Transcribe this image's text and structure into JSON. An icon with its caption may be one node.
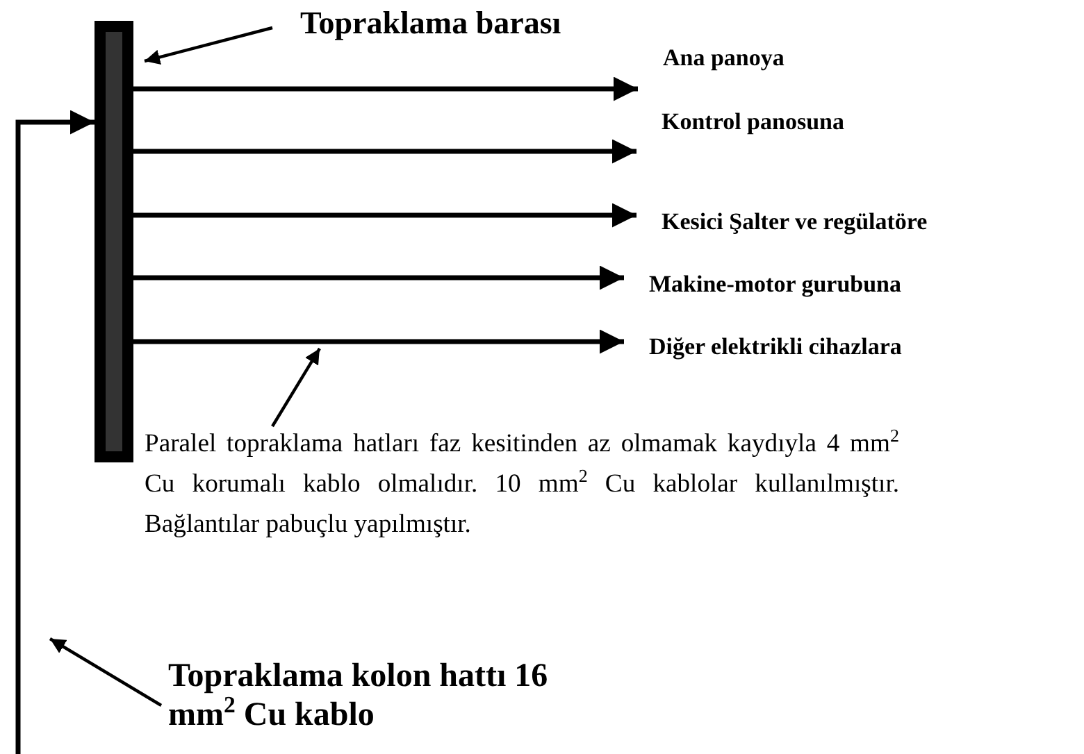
{
  "diagram": {
    "nodes": [
      {
        "text": [],
        "shape": "bar"
      },
      {
        "text": [
          "Topraklama barası"
        ]
      },
      {
        "text": [
          "Ana panoya"
        ]
      },
      {
        "text": [
          "Kontrol panosuna"
        ]
      },
      {
        "text": [
          "Kesici Şalter ve regülatöre"
        ]
      },
      {
        "text": [
          "Makine-motor gurubuna"
        ]
      },
      {
        "text": [
          "Diğer elektrikli cihazlara"
        ]
      },
      {
        "text": [
          "Paralel topraklama hatları faz kesitinden az olmamak kaydıyla 4 mm$^{2}$ Cu korumalı kablo olmalıdır. 10 mm$^{2}$ Cu kablolar kullanılmıştır. Bağlantılar pabuçlu yapılmıştır."
        ]
      },
      {
        "text": [
          "Topraklama kolon hattı 16 mm$^{2}$ Cu kablo"
        ]
      }
    ],
    "edges": [
      {
        "from": 1,
        "to": 0,
        "arrow": "to"
      },
      {
        "from": 0,
        "to": 2,
        "arrow": "to"
      },
      {
        "from": 0,
        "to": 3,
        "arrow": "to"
      },
      {
        "from": 0,
        "to": 4,
        "arrow": "to"
      },
      {
        "from": 0,
        "to": 5,
        "arrow": "to"
      },
      {
        "from": 0,
        "to": 6,
        "arrow": "to"
      },
      {
        "from": 7,
        "to": null,
        "arrow": "to"
      },
      {
        "from": null,
        "to": 0,
        "arrow": "to"
      },
      {
        "from": 8,
        "to": null,
        "arrow": "to"
      }
    ]
  }
}
